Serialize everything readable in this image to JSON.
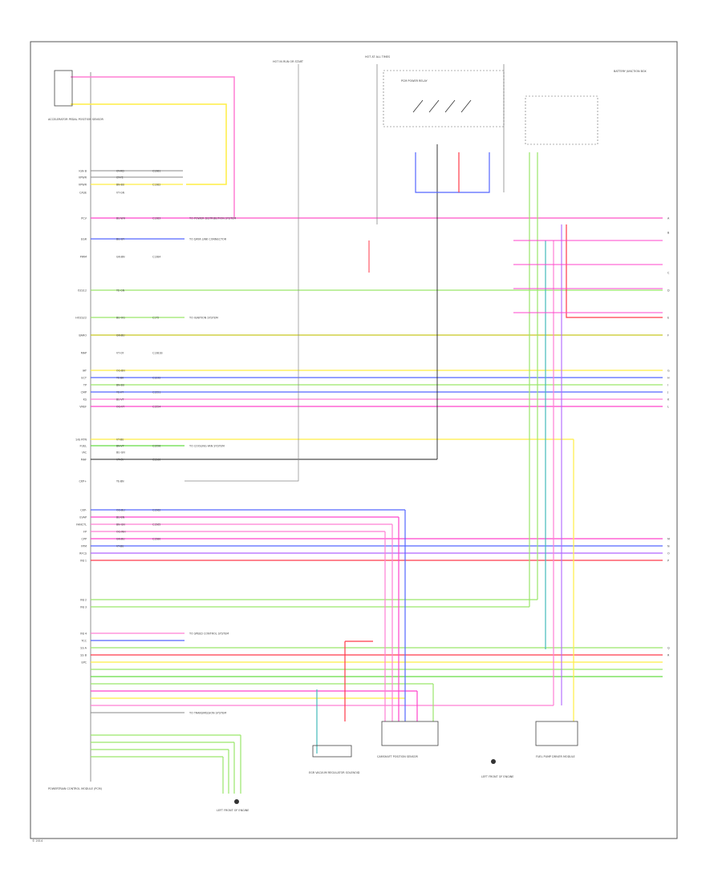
{
  "diagram": {
    "left_labels": [
      "IGN B",
      "VPWR",
      "VPWR",
      "CASE",
      "PCV",
      "EGR",
      "PWM",
      "O2S12",
      "HO2S22",
      "BARO",
      "MAP",
      "IAT",
      "ECT",
      "TP",
      "CMP",
      "KS",
      "VREF",
      "SIG RTN",
      "FUEL",
      "IAC",
      "MAF",
      "CKP+",
      "CKP-",
      "EVAP",
      "FANCTL",
      "FP",
      "CPP",
      "FPM",
      "RFCS",
      "INJ 1",
      "INJ 2",
      "INJ 3",
      "INJ 4",
      "TCC",
      "SS A",
      "SS B",
      "EPC"
    ],
    "wire_codes": [
      "GY-RD",
      "GY-YE",
      "BN-BU",
      "VT-GN",
      "BU-WH",
      "BU-GY",
      "GN-BN",
      "YE-GN",
      "BU-OG",
      "GN-BU",
      "VT-GY",
      "OG-BN",
      "YE-BK",
      "BN-BU",
      "YE-VT",
      "BU-VT",
      "OG-VT",
      "VT-BU",
      "BN-VT",
      "BU-GN",
      "VT-GY",
      "YE-BN",
      "OG-BU",
      "BU-BN",
      "BN-GN",
      "OG-WH",
      "GN-BU",
      "VT-BU"
    ],
    "pin_ids": [
      "C1381",
      "C1382",
      "C1383",
      "C1384",
      "C175",
      "C1381B",
      "C1232",
      "C1551",
      "C1554",
      "C1556",
      "C1560",
      "C1562",
      "C1565",
      "C1580"
    ],
    "component_labels": {
      "main": "POWERTRAIN CONTROL MODULE (PCM)",
      "left_top": "ACCELERATOR PEDAL POSITION SENSOR",
      "fuse_hot_run": "HOT IN RUN OR START",
      "fuse_hot_at_all": "HOT AT ALL TIMES",
      "relay": "PCM POWER RELAY",
      "battery": "BATTERY JUNCTION BOX",
      "lower_1": "LEFT FRONT OF ENGINE",
      "lower_2": "EGR VACUUM REGULATOR SOLENOID",
      "lower_3": "CAMSHAFT POSITION SENSOR",
      "lower_4": "LEFT FRONT OF ENGINE",
      "lower_5": "FUEL PUMP DRIVER MODULE"
    },
    "notes": [
      "TO POWER DISTRIBUTION SYSTEM",
      "TO DATA LINK CONNECTOR",
      "TO IGNITION SYSTEM",
      "TO COOLING FAN SYSTEM",
      "TO SPEED CONTROL SYSTEM",
      "TO TRANSMISSION SYSTEM"
    ],
    "right_refs": [
      "A",
      "B",
      "C",
      "D",
      "E",
      "F",
      "G",
      "H",
      "I",
      "J",
      "K",
      "L",
      "M",
      "N",
      "O",
      "P",
      "Q",
      "R"
    ],
    "page_ref": "© 2014",
    "colors": {
      "pink": "#ff7fd4",
      "magenta": "#ff44cc",
      "yellow": "#ffee44",
      "green": "#9ae66a",
      "bright_green": "#66dd44",
      "blue": "#5566ff",
      "violet": "#b066ff",
      "red": "#ff3a4a",
      "olive": "#c8c822",
      "teal": "#44bbbb",
      "gray": "#888888",
      "black": "#222222"
    }
  }
}
